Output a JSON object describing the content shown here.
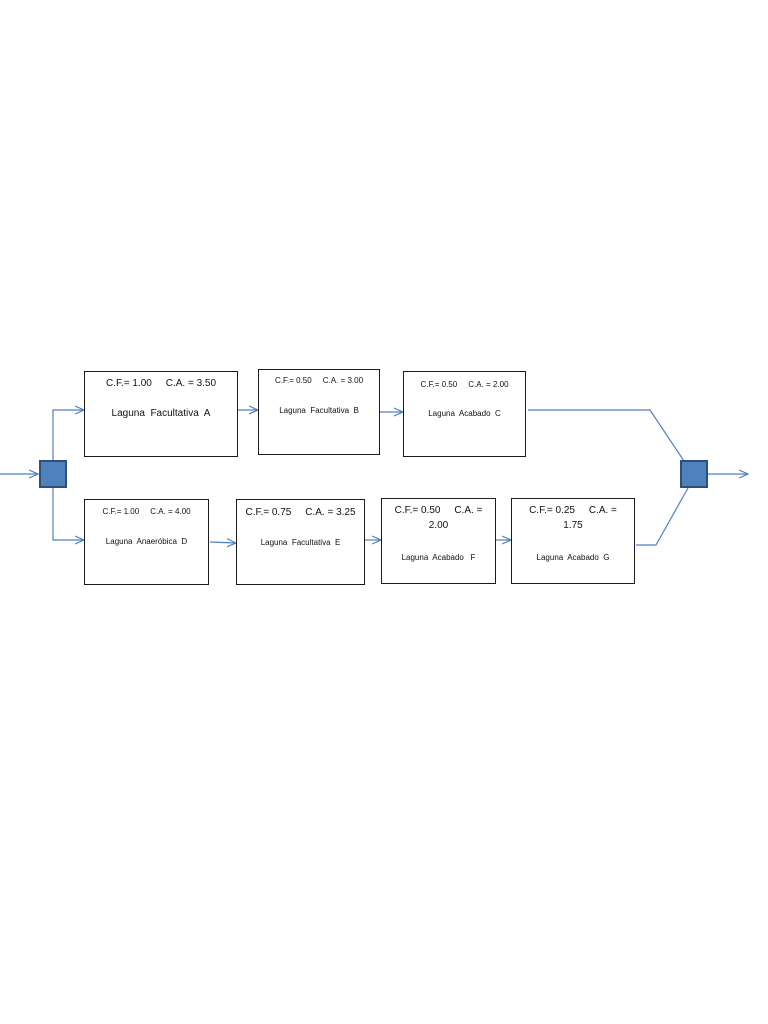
{
  "diagram": {
    "top_branch": {
      "A": {
        "coef": "C.F.= 1.00     C.A. = 3.50",
        "name": "Laguna  Facultativa  A"
      },
      "B": {
        "coef": "C.F.= 0.50     C.A. = 3.00",
        "name": "Laguna  Facultativa  B"
      },
      "C": {
        "coef": "C.F.= 0.50     C.A. = 2.00",
        "name": "Laguna  Acabado  C"
      }
    },
    "bottom_branch": {
      "D": {
        "coef": "C.F.= 1.00     C.A. = 4.00",
        "name": "Laguna  Anaeróbica  D"
      },
      "E": {
        "coef": "C.F.= 0.75     C.A. = 3.25",
        "name": "Laguna  Facultativa  E"
      },
      "F": {
        "coef1": "C.F.= 0.50     C.A. =",
        "coef2": "2.00",
        "name": "Laguna  Acabado   F"
      },
      "G": {
        "coef1": "C.F.= 0.25     C.A. =",
        "coef2": "1.75",
        "name": "Laguna  Acabado  G"
      }
    },
    "colors": {
      "connector": "#4f81bd",
      "node_fill": "#4f81bd",
      "node_border": "#2f4f7a",
      "box_border": "#1a1a1a"
    }
  }
}
